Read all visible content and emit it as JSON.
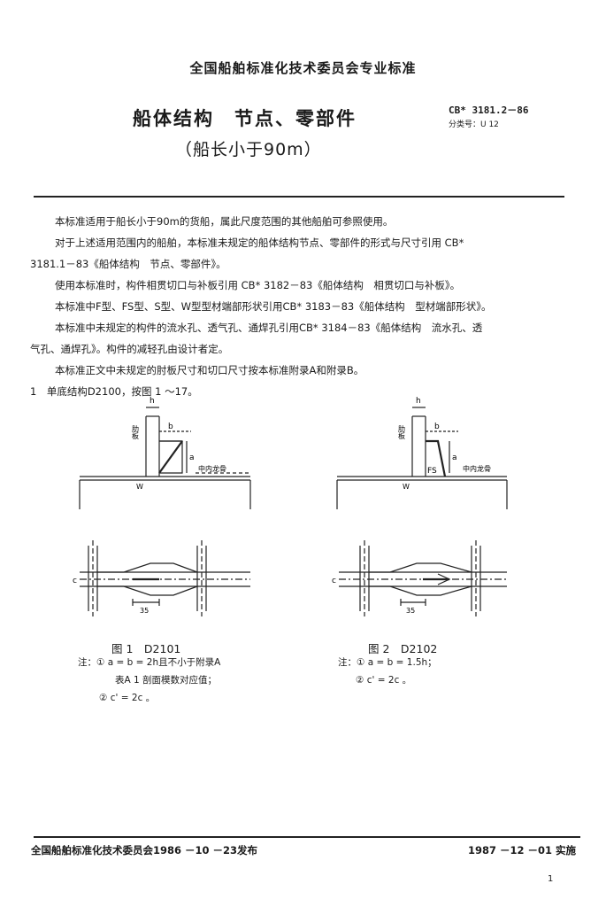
{
  "header": {
    "org": "全国船舶标准化技术委员会专业标准",
    "title": "船体结构　节点、零部件",
    "subtitle": "（船长小于90m）",
    "code": "CB* 3181.2－86",
    "classification": "分类号：U 12"
  },
  "body": {
    "p1": "本标准适用于船长小于90m的货船，属此尺度范围的其他船舶可参照使用。",
    "p2a": "对于上述适用范围内的船舶，本标准未规定的船体结构节点、零部件的形式与尺寸引用 CB*",
    "p2b": "3181.1－83《船体结构　节点、零部件》。",
    "p3": "使用本标准时，构件相贯切口与补板引用 CB* 3182－83《船体结构　相贯切口与补板》。",
    "p4": "本标准中F型、FS型、S型、W型型材端部形状引用CB* 3183－83《船体结构　型材端部形状》。",
    "p5a": "本标准中未规定的构件的流水孔、透气孔、通焊孔引用CB* 3184－83《船体结构　流水孔、透",
    "p5b": "气孔、通焊孔》。构件的减轻孔由设计者定。",
    "p6": "本标准正文中未规定的肘板尺寸和切口尺寸按本标准附录A和附录B。",
    "s1_num": "1",
    "s1_text": "单底结构D2100，按图 1 ～17。"
  },
  "fig1": {
    "h": "h",
    "b": "b",
    "a": "a",
    "floor": "肋板",
    "keel": "中内龙骨",
    "w": "W",
    "c": "c",
    "dim": "35",
    "caption": "图 1　D2101",
    "note1": "注：① a = b = 2h且不小于附录A",
    "note2": "表A 1 剖面模数对应值；",
    "note3": "② c' = 2c 。"
  },
  "fig2": {
    "h": "h",
    "b": "b",
    "a": "a",
    "floor": "肋板",
    "keel": "中内龙骨",
    "fs": "FS",
    "w": "W",
    "c": "c",
    "dim": "35",
    "caption": "图 2　D2102",
    "note1": "注：① a = b = 1.5h；",
    "note2": "② c' = 2c 。"
  },
  "footer": {
    "left": "全国船舶标准化技术委员会1986 －10 －23发布",
    "right": "1987 －12 －01 实施",
    "page": "1"
  }
}
